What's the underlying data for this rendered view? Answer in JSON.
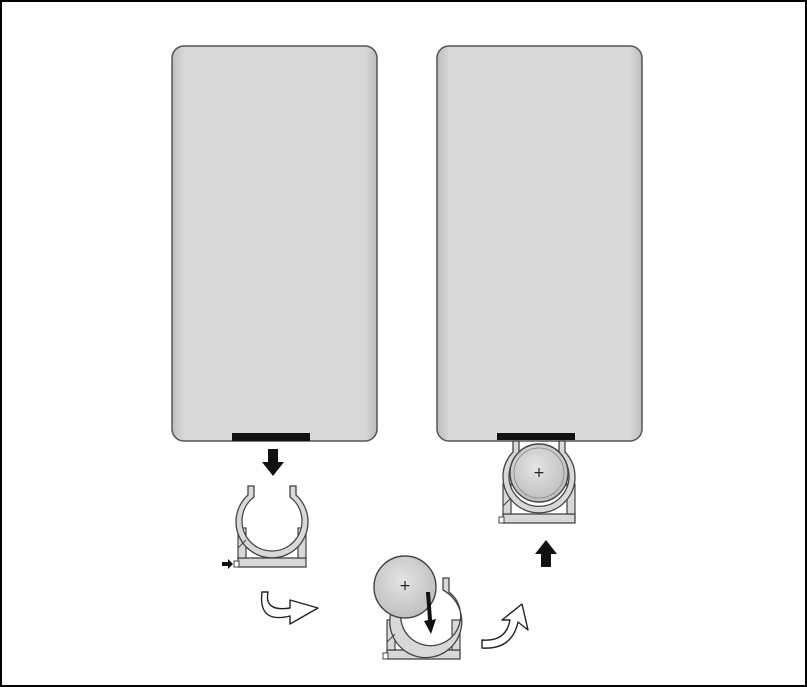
{
  "diagram": {
    "kind": "battery-replacement-instructions",
    "frame_color": "#000000",
    "remote_fill": "#d4d4d4",
    "battery_fill": "#d0d0d0",
    "holder_fill": "#d8d8d8",
    "ink": "#000000",
    "battery_polarity_label": "+",
    "steps": [
      {
        "name": "remove-holder",
        "arrow": "down-arrow-icon"
      },
      {
        "name": "insert-battery",
        "arrow": "curved-arrow-right-icon"
      },
      {
        "name": "reinsert-holder",
        "arrow": "curved-arrow-up-icon"
      },
      {
        "name": "push-holder-in",
        "arrow": "up-arrow-icon"
      }
    ]
  }
}
